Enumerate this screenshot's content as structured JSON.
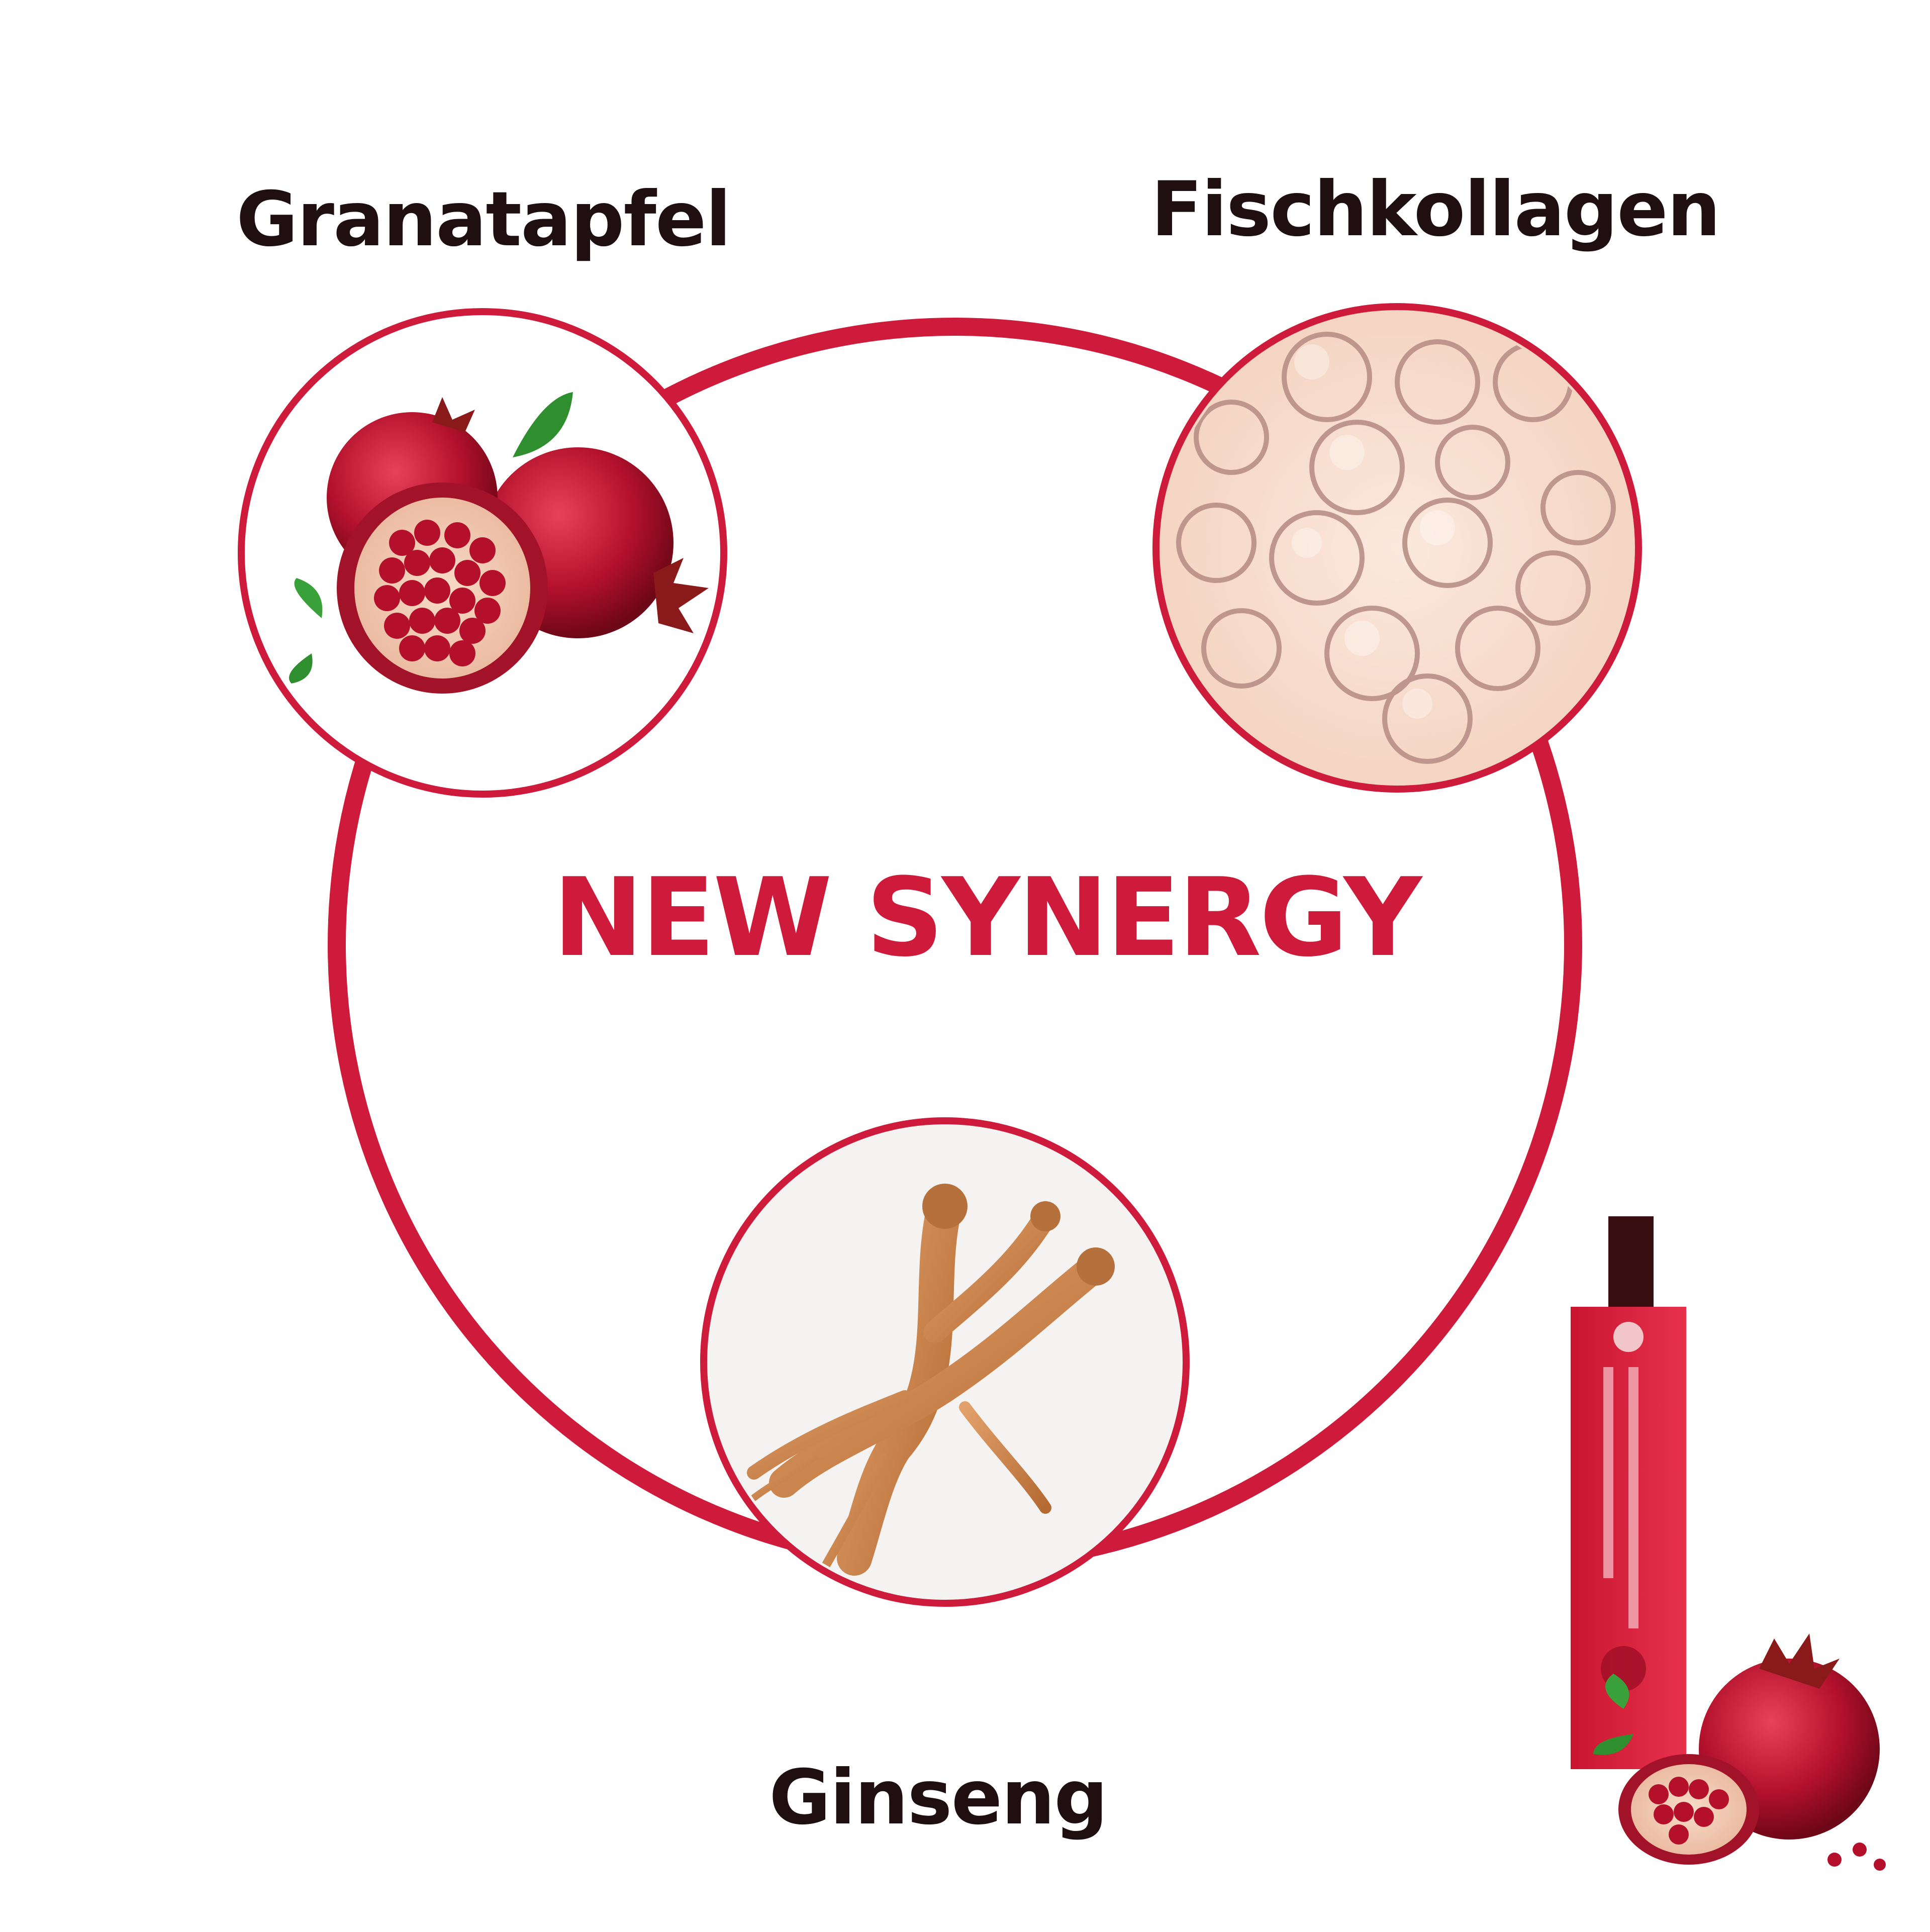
{
  "ingredients": [
    {
      "name": "Granatapfel",
      "icon": "pomegranate-icon"
    },
    {
      "name": "Fischkollagen",
      "icon": "collagen-bubbles-icon"
    },
    {
      "name": "Ginseng",
      "icon": "ginseng-root-icon"
    }
  ],
  "center": {
    "title": "NEW SYNERGY"
  },
  "colors": {
    "accent": "#cf1b3b",
    "label": "#1f0f10",
    "background": "#ffffff"
  }
}
